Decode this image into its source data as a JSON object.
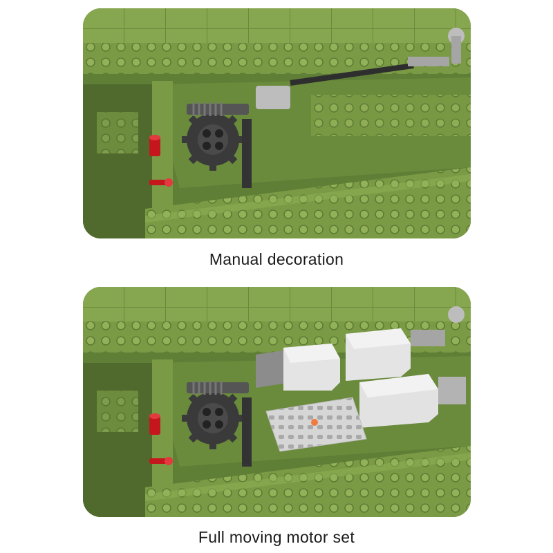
{
  "panels": [
    {
      "caption": "Manual decoration",
      "variant": "manual"
    },
    {
      "caption": "Full moving motor set",
      "variant": "motorized"
    }
  ],
  "colors": {
    "brick_green": "#7a9a45",
    "brick_green_dark": "#4f6a2c",
    "brick_green_light": "#92b158",
    "dark_grey": "#3a3a3a",
    "light_grey": "#d9d9d9",
    "red": "#c4161c",
    "orange": "#f07b3f"
  }
}
